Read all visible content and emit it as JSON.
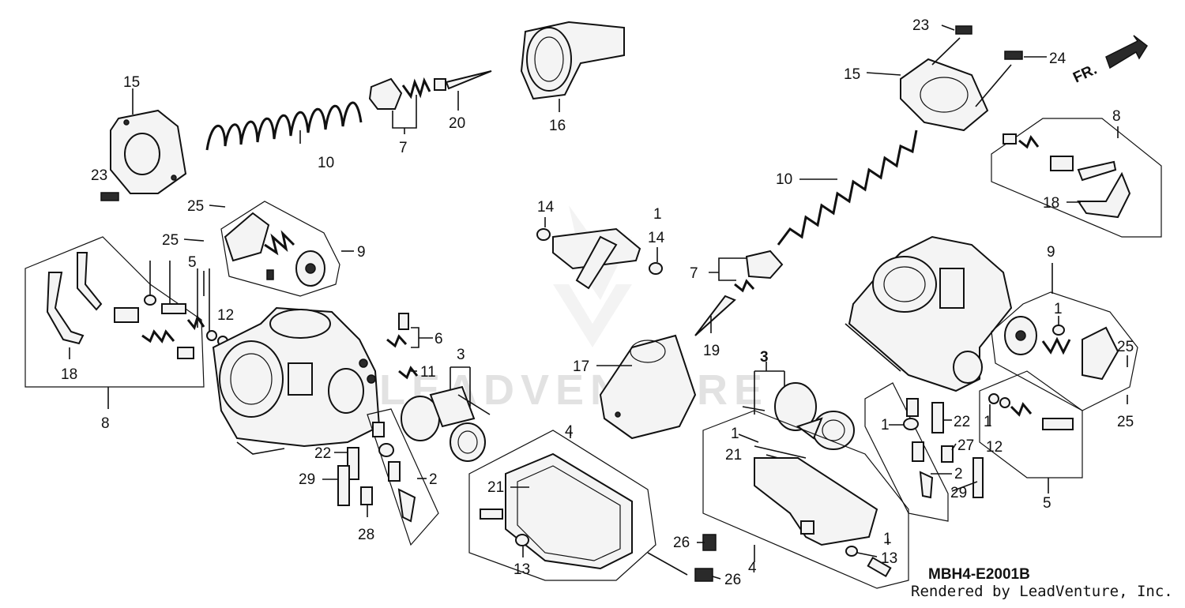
{
  "diagram": {
    "code": "MBH4-E2001B",
    "credit": "Rendered by LeadVenture, Inc.",
    "direction_label": "FR.",
    "watermark": "LEADVENTURE",
    "callouts": {
      "c15a": "15",
      "c23a": "23",
      "c10a": "10",
      "c7a": "7",
      "c20": "20",
      "c16": "16",
      "c25a": "25",
      "c25b": "25",
      "c9a": "9",
      "c5a": "5",
      "c12a": "12",
      "c18a": "18",
      "c8a": "8",
      "c6": "6",
      "c11": "11",
      "c3a": "3",
      "c2a": "2",
      "c22a": "22",
      "c29a": "29",
      "c28": "28",
      "c14a": "14",
      "c14b": "14",
      "c1a": "1",
      "c4a": "4",
      "c21a": "21",
      "c13a": "13",
      "c17": "17",
      "c26a": "26",
      "c26b": "26",
      "c23b": "23",
      "c24": "24",
      "c15b": "15",
      "c10b": "10",
      "c7b": "7",
      "c19": "19",
      "c8b": "8",
      "c18b": "18",
      "c9b": "9",
      "c1b": "1",
      "c25c": "25",
      "c25d": "25",
      "c1c": "1",
      "c12b": "12",
      "c5b": "5",
      "c3b": "3",
      "c1d": "1",
      "c21b": "21",
      "c1e": "1",
      "c22b": "22",
      "c27": "27",
      "c2b": "2",
      "c29b": "29",
      "c4b": "4",
      "c1f": "1",
      "c13b": "13"
    }
  }
}
